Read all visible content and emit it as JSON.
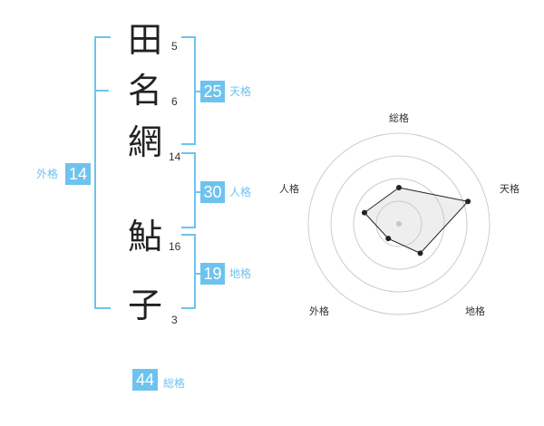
{
  "name_chars": [
    {
      "char": "田",
      "strokes": "5"
    },
    {
      "char": "名",
      "strokes": "6"
    },
    {
      "char": "網",
      "strokes": "14"
    },
    {
      "char": "鮎",
      "strokes": "16"
    },
    {
      "char": "子",
      "strokes": "3"
    }
  ],
  "kaku": {
    "tenkaku": {
      "value": "25",
      "label": "天格"
    },
    "jinkaku": {
      "value": "30",
      "label": "人格"
    },
    "chikaku": {
      "value": "19",
      "label": "地格"
    },
    "gaikaku": {
      "value": "14",
      "label": "外格"
    },
    "soukaku": {
      "value": "44",
      "label": "総格"
    }
  },
  "colors": {
    "accent": "#6ec3ee",
    "text": "#222222",
    "grid": "#cccccc",
    "polygon": "#222222"
  },
  "chart_data": {
    "type": "radar",
    "axes": [
      "総格",
      "天格",
      "地格",
      "外格",
      "人格"
    ],
    "values": [
      2,
      4,
      2,
      1,
      2
    ],
    "max": 5,
    "rings": 4
  }
}
